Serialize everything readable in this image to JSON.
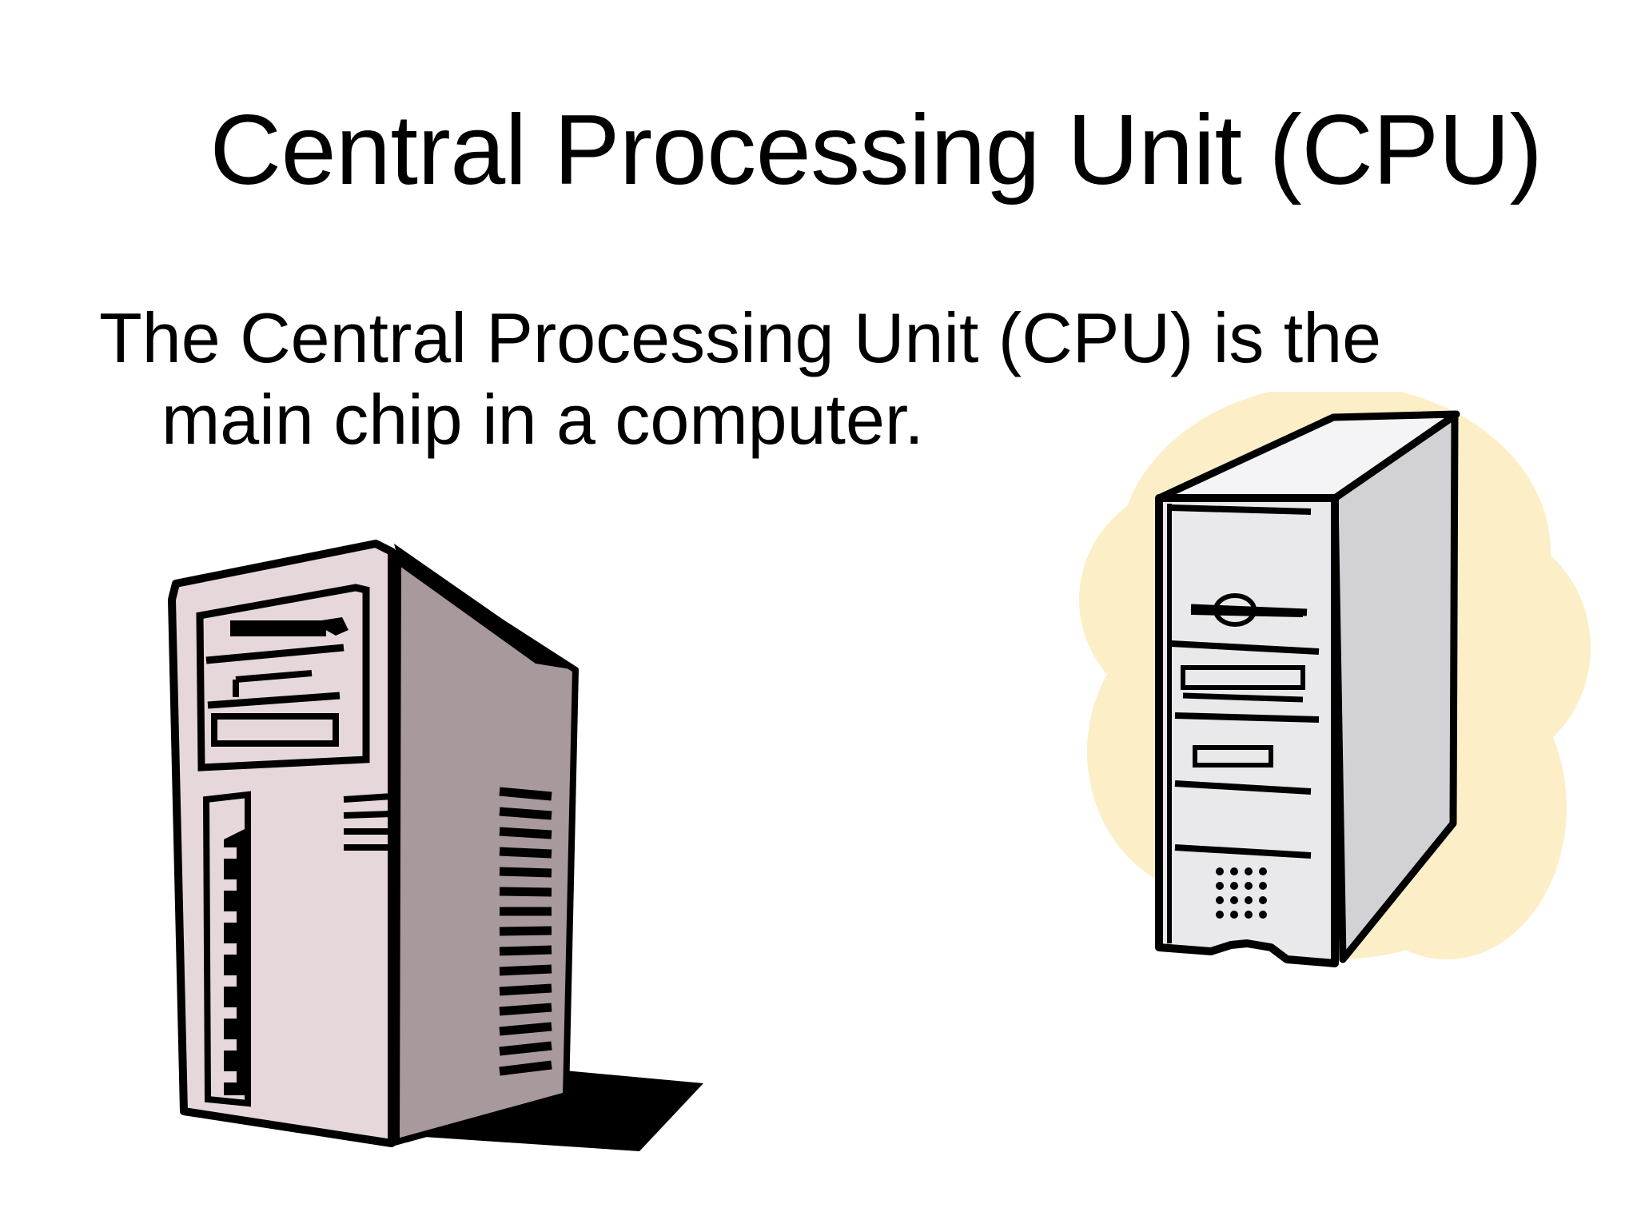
{
  "slide": {
    "title": "Central Processing Unit (CPU)",
    "body_text": "The Central Processing Unit (CPU) is the main chip in a computer."
  },
  "images": {
    "left": "computer-tower-clipart",
    "right": "computer-tower-clipart-with-cloud"
  },
  "colors": {
    "background": "#ffffff",
    "text": "#000000",
    "tower_left_front": "#e6d8da",
    "tower_left_side": "#a8999c",
    "tower_right_front": "#e9e9ec",
    "tower_right_side": "#d2d2d6",
    "cloud": "#fcefc8"
  }
}
